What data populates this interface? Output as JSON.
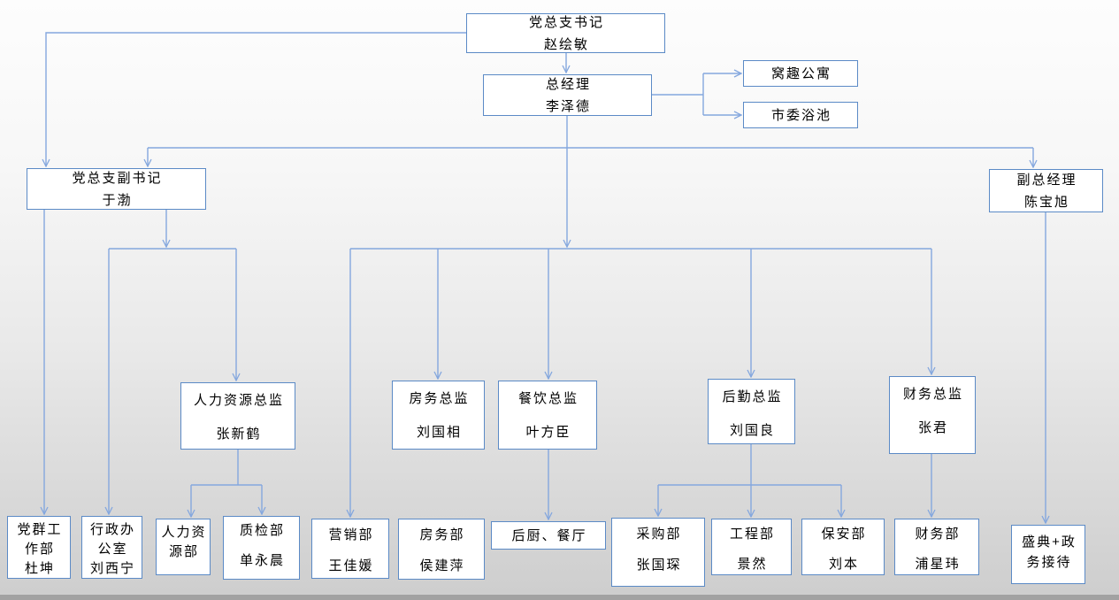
{
  "diagram": {
    "type": "org-chart",
    "colors": {
      "box_border": "#5b8ac6",
      "connector": "#84a7de",
      "text": "#000000",
      "background_top": "#fdfdfd",
      "background_bottom": "#cecece"
    }
  },
  "nodes": {
    "secretary": {
      "lines": [
        "党总支书记",
        "赵绘敏"
      ]
    },
    "gm": {
      "lines": [
        "总经理",
        "李泽德"
      ]
    },
    "woqu": {
      "lines": [
        "窝趣公寓"
      ]
    },
    "bath": {
      "lines": [
        "市委浴池"
      ]
    },
    "deputy_secretary": {
      "lines": [
        "党总支副书记",
        "于渤"
      ]
    },
    "deputy_gm": {
      "lines": [
        "副总经理",
        "陈宝旭"
      ]
    },
    "hr_director": {
      "lines": [
        "人力资源总监",
        "张新鹤"
      ]
    },
    "housekeeping_director": {
      "lines": [
        "房务总监",
        "刘国相"
      ]
    },
    "fnb_director": {
      "lines": [
        "餐饮总监",
        "叶方臣"
      ]
    },
    "logistics_director": {
      "lines": [
        "后勤总监",
        "刘国良"
      ]
    },
    "finance_director": {
      "lines": [
        "财务总监",
        "张君"
      ]
    },
    "party_mass_dept": {
      "lines": [
        "党群工",
        "作部",
        "杜坤"
      ]
    },
    "admin_office": {
      "lines": [
        "行政办",
        "公室",
        "刘西宁"
      ]
    },
    "hr_dept": {
      "lines": [
        "人力资",
        "源部"
      ]
    },
    "qc_dept": {
      "lines": [
        "质检部",
        "单永晨"
      ]
    },
    "marketing_dept": {
      "lines": [
        "营销部",
        "王佳媛"
      ]
    },
    "housekeeping_dept": {
      "lines": [
        "房务部",
        "侯建萍"
      ]
    },
    "kitchen_dining": {
      "lines": [
        "后厨、餐厅"
      ]
    },
    "purchasing_dept": {
      "lines": [
        "采购部",
        "张国琛"
      ]
    },
    "engineering_dept": {
      "lines": [
        "工程部",
        "景然"
      ]
    },
    "security_dept": {
      "lines": [
        "保安部",
        "刘本"
      ]
    },
    "finance_dept": {
      "lines": [
        "财务部",
        "浦星玮"
      ]
    },
    "ceremony_reception": {
      "lines": [
        "盛典+政",
        "务接待"
      ]
    }
  },
  "edges": [
    [
      "secretary",
      "gm"
    ],
    [
      "secretary",
      "deputy_secretary"
    ],
    [
      "gm",
      "woqu"
    ],
    [
      "gm",
      "bath"
    ],
    [
      "gm",
      "deputy_secretary"
    ],
    [
      "gm",
      "deputy_gm"
    ],
    [
      "gm",
      "marketing_dept"
    ],
    [
      "gm",
      "housekeeping_director"
    ],
    [
      "gm",
      "fnb_director"
    ],
    [
      "gm",
      "logistics_director"
    ],
    [
      "gm",
      "finance_director"
    ],
    [
      "deputy_secretary",
      "party_mass_dept"
    ],
    [
      "deputy_secretary",
      "admin_office"
    ],
    [
      "deputy_secretary",
      "hr_director"
    ],
    [
      "hr_director",
      "hr_dept"
    ],
    [
      "hr_director",
      "qc_dept"
    ],
    [
      "fnb_director",
      "kitchen_dining"
    ],
    [
      "logistics_director",
      "purchasing_dept"
    ],
    [
      "logistics_director",
      "engineering_dept"
    ],
    [
      "logistics_director",
      "security_dept"
    ],
    [
      "finance_director",
      "finance_dept"
    ],
    [
      "deputy_gm",
      "ceremony_reception"
    ]
  ]
}
